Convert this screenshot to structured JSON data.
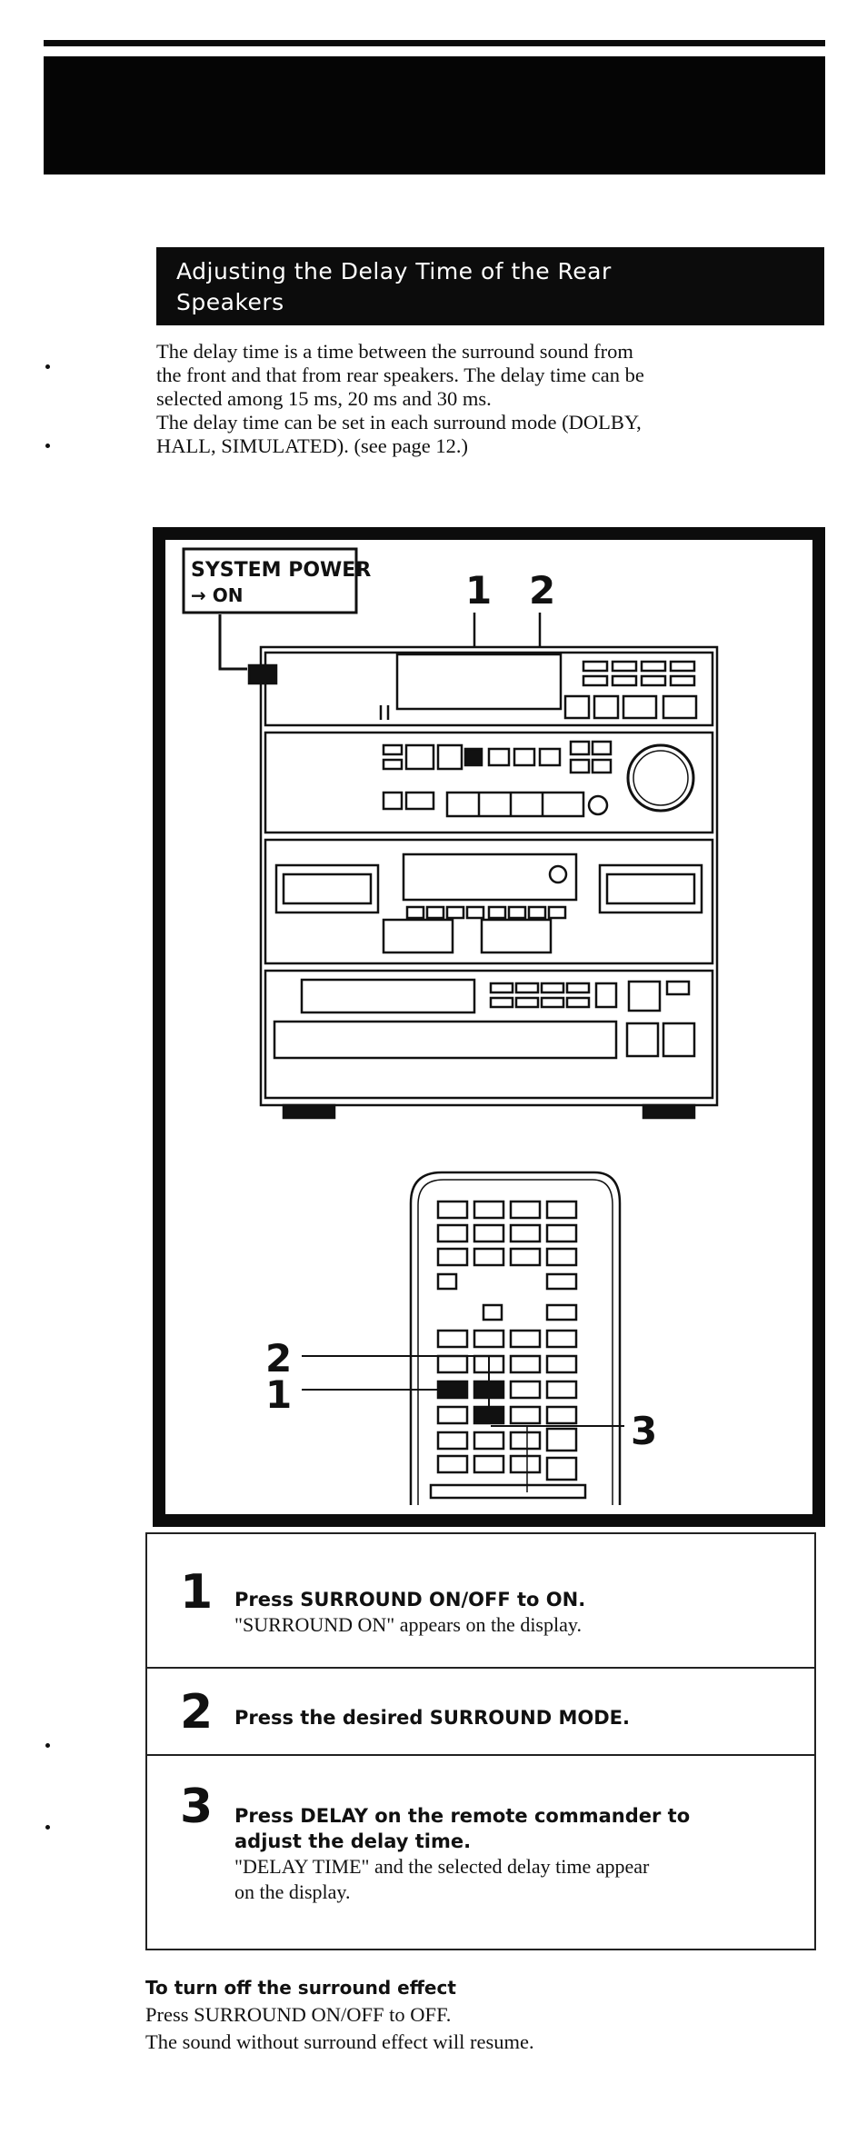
{
  "section": {
    "title_line1": "Adjusting the Delay Time of the Rear",
    "title_line2": "Speakers"
  },
  "intro": {
    "paragraph1_lines": [
      "The delay time is a time between the surround sound from",
      "the front and that from rear speakers.  The delay time can be",
      "selected among 15 ms, 20 ms and 30 ms."
    ],
    "paragraph2_lines": [
      "The delay time can be set in each surround mode (DOLBY,",
      "HALL, SIMULATED).  (see page 12.)"
    ]
  },
  "figure": {
    "callout_line1": "SYSTEM POWER",
    "callout_line2": "→ ON",
    "unit_label_1": "1",
    "unit_label_2": "2",
    "remote_label_2": "2",
    "remote_label_1": "1",
    "remote_label_3": "3"
  },
  "steps": [
    {
      "number": "1",
      "title": "Press SURROUND ON/OFF to ON.",
      "description": "\"SURROUND ON\" appears on the display."
    },
    {
      "number": "2",
      "title": "Press the desired SURROUND MODE.",
      "description": ""
    },
    {
      "number": "3",
      "title_line1": "Press DELAY on the remote commander to",
      "title_line2": "adjust the delay time.",
      "desc_line1": "\"DELAY TIME\" and the selected delay time appear",
      "desc_line2": "on the display."
    }
  ],
  "footer": {
    "subhead": "To turn off the surround effect",
    "line1": "Press SURROUND ON/OFF  to OFF.",
    "line2": "The  sound without surround effect will resume."
  }
}
